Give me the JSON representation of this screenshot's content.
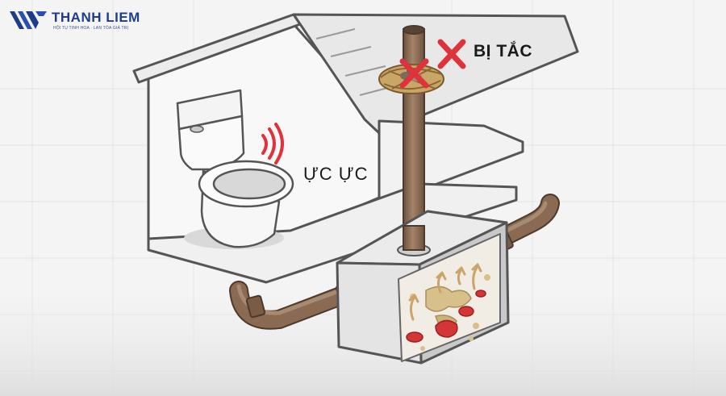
{
  "brand": {
    "name": "THANH LIEM",
    "tagline": "HỘI TỤ TINH HOA · LAN TỎA GIÁ TRỊ",
    "color": "#1f3c88"
  },
  "labels": {
    "gurgling_sound": "ỰC ỰC",
    "blocked": "BỊ TẮC"
  },
  "icons": [
    "thanh-liem-logo",
    "sound-wave-icon",
    "cross-mark-icon",
    "bird-nest-icon"
  ],
  "colors": {
    "pipe": "#8a6a52",
    "wall": "#f7f7f7",
    "outline": "#555555",
    "cross": "#e0323a",
    "waste": "#d8c08a",
    "grease": "#d43636"
  }
}
